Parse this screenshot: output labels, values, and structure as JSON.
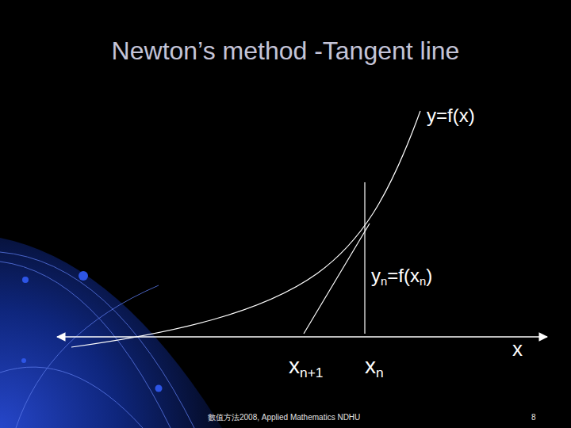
{
  "diagram": {
    "title": "Newton’s method -Tangent line",
    "labels": [
      "y=f(x)",
      "yn=f(xn)",
      "xn+1",
      "xn",
      "x",
      "數值方法2008, Applied Mathematics NDHU",
      "8"
    ]
  }
}
